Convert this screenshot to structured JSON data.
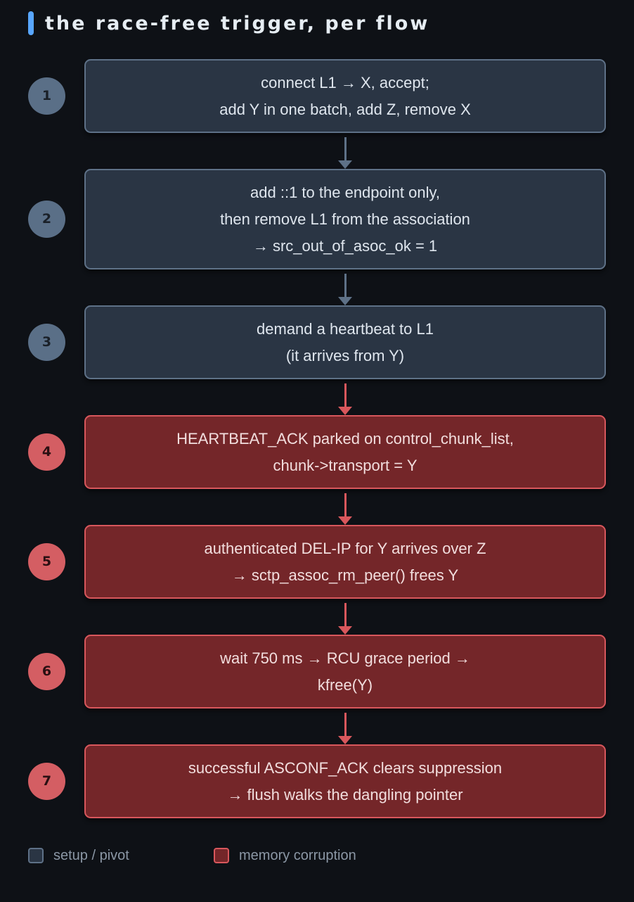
{
  "title": "the race-free trigger, per flow",
  "steps": [
    {
      "number": "1",
      "kind": "setup",
      "lines": [
        "connect L1 → X, accept;",
        "add Y in one batch, add Z, remove X"
      ]
    },
    {
      "number": "2",
      "kind": "setup",
      "lines": [
        "add ::1 to the endpoint only,",
        "then remove L1 from the association",
        "→ src_out_of_asoc_ok = 1"
      ]
    },
    {
      "number": "3",
      "kind": "setup",
      "lines": [
        "demand a heartbeat to L1",
        "(it arrives from Y)"
      ]
    },
    {
      "number": "4",
      "kind": "corrupt",
      "lines": [
        "HEARTBEAT_ACK parked on control_chunk_list,",
        "chunk->transport = Y"
      ]
    },
    {
      "number": "5",
      "kind": "corrupt",
      "lines": [
        "authenticated DEL-IP for Y arrives over Z",
        "→ sctp_assoc_rm_peer() frees Y"
      ]
    },
    {
      "number": "6",
      "kind": "corrupt",
      "lines": [
        "wait 750 ms → RCU grace period →",
        "kfree(Y)"
      ]
    },
    {
      "number": "7",
      "kind": "corrupt",
      "lines": [
        "successful ASCONF_ACK clears suppression",
        "→ flush walks the dangling pointer"
      ]
    }
  ],
  "legend": {
    "setup_label": "setup / pivot",
    "corrupt_label": "memory corruption"
  },
  "colors": {
    "accent": "#58a6ff",
    "setup_fill": "#2a3544",
    "setup_border": "#5e7187",
    "corrupt_fill": "#742629",
    "corrupt_border": "#d8575c"
  }
}
